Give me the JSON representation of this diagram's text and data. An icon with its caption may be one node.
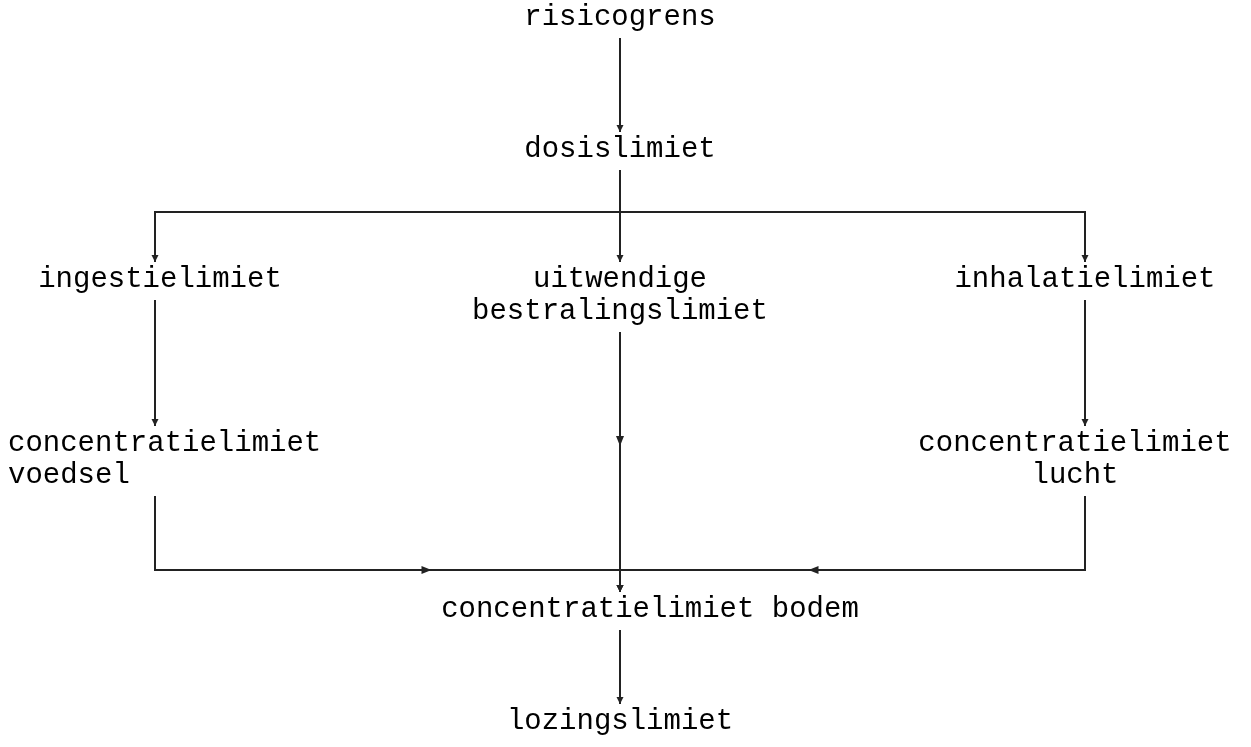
{
  "diagram": {
    "nodes": [
      {
        "text": [
          "risicogrens"
        ]
      },
      {
        "text": [
          "dosislimiet"
        ]
      },
      {
        "text": [
          "ingestielimiet"
        ]
      },
      {
        "text": [
          "uitwendige bestralingslimiet"
        ]
      },
      {
        "text": [
          "inhalatielimiet"
        ]
      },
      {
        "text": [
          "concentratielimiet voedsel"
        ]
      },
      {
        "text": [
          "concentratielimiet lucht"
        ]
      },
      {
        "text": [
          "concentratielimiet bodem"
        ]
      },
      {
        "text": [
          "lozingslimiet"
        ]
      }
    ],
    "edges": [
      {
        "from": 0,
        "to": 1,
        "arrow": "to"
      },
      {
        "from": 1,
        "to": 2,
        "arrow": "to"
      },
      {
        "from": 1,
        "to": 3,
        "arrow": "to"
      },
      {
        "from": 1,
        "to": 4,
        "arrow": "to"
      },
      {
        "from": 2,
        "to": 5,
        "arrow": "to"
      },
      {
        "from": 4,
        "to": 6,
        "arrow": "to"
      },
      {
        "from": 3,
        "to": 7,
        "arrow": "to"
      },
      {
        "from": 5,
        "to": 7,
        "arrow": "to"
      },
      {
        "from": 6,
        "to": 7,
        "arrow": "to"
      },
      {
        "from": 7,
        "to": 8,
        "arrow": "to"
      }
    ]
  }
}
